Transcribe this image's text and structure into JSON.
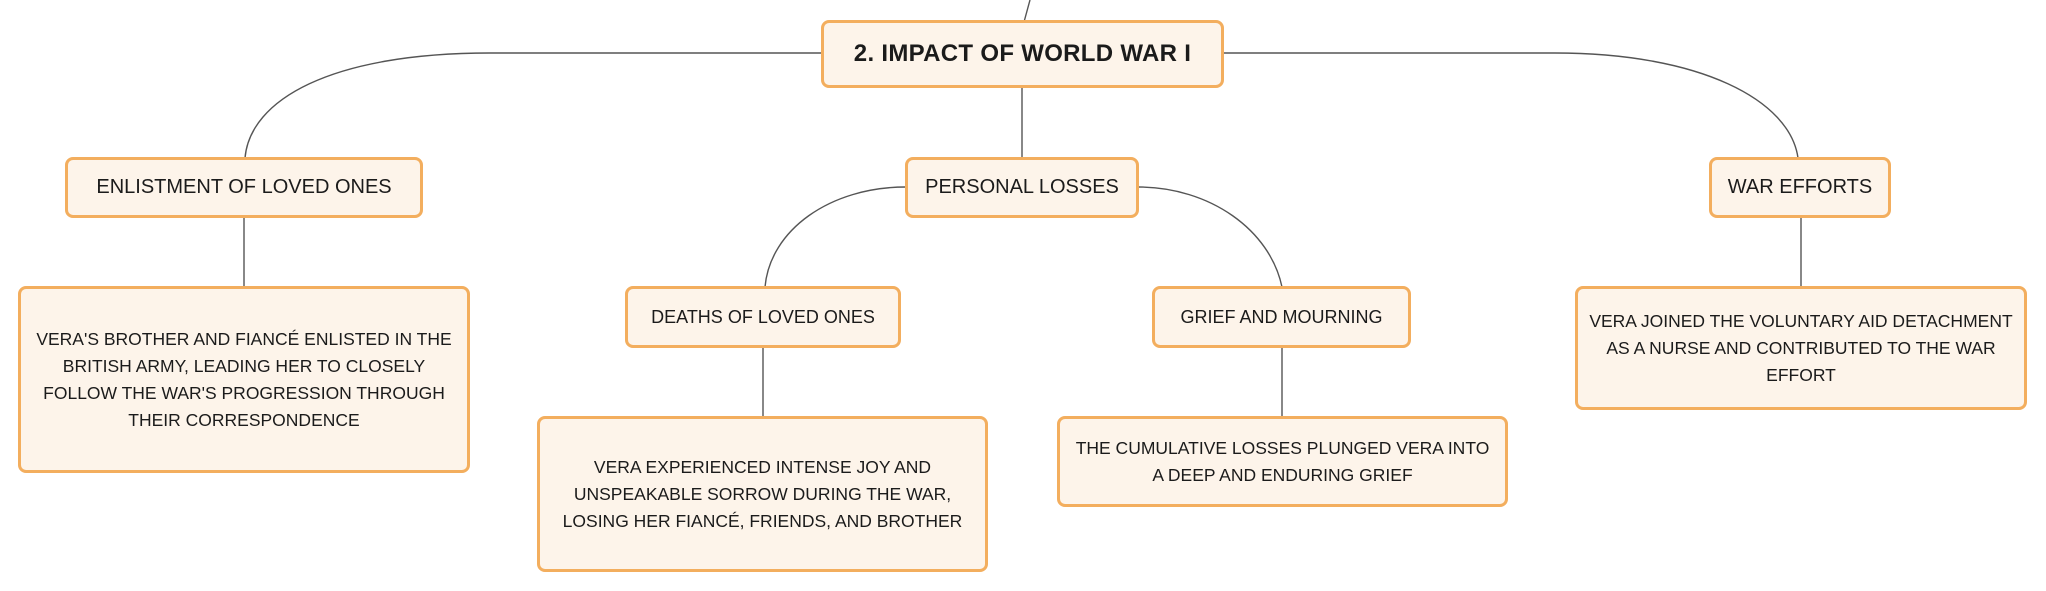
{
  "diagram": {
    "root": {
      "label": "2. IMPACT OF WORLD WAR I"
    },
    "branches": [
      {
        "label": "ENLISTMENT OF LOVED ONES",
        "detail": "VERA'S BROTHER AND FIANCÉ ENLISTED IN THE BRITISH ARMY, LEADING HER TO CLOSELY FOLLOW THE WAR'S PROGRESSION THROUGH THEIR CORRESPONDENCE"
      },
      {
        "label": "PERSONAL LOSSES",
        "children": [
          {
            "label": "DEATHS OF LOVED ONES",
            "detail": "VERA EXPERIENCED INTENSE JOY AND UNSPEAKABLE SORROW DURING THE WAR, LOSING HER FIANCÉ, FRIENDS, AND BROTHER"
          },
          {
            "label": "GRIEF AND MOURNING",
            "detail": "THE CUMULATIVE LOSSES PLUNGED VERA INTO A DEEP AND ENDURING GRIEF"
          }
        ]
      },
      {
        "label": "WAR EFFORTS",
        "detail": "VERA JOINED THE VOLUNTARY AID DETACHMENT AS A NURSE AND CONTRIBUTED TO THE WAR EFFORT"
      }
    ],
    "colors": {
      "node_fill": "#fdf4ea",
      "node_border": "#f3ae5e",
      "connector": "#555555",
      "text": "#1b1b1b"
    }
  }
}
